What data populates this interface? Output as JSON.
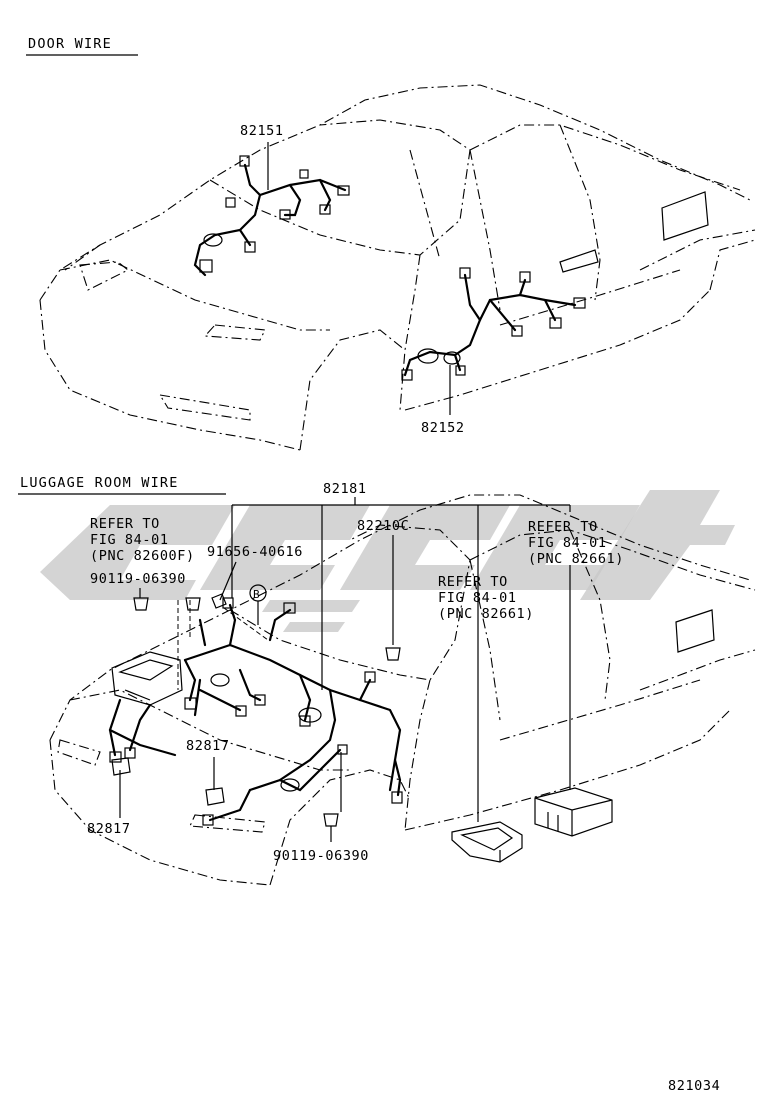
{
  "door_wire": {
    "title": "DOOR WIRE",
    "part_upper": "82151",
    "part_lower": "82152"
  },
  "luggage_wire": {
    "title": "LUGGAGE ROOM WIRE",
    "part_main": "82181",
    "part_clip_upper": "82210C",
    "refer_left": {
      "line1": "REFER TO",
      "line2": "FIG 84-01",
      "line3": "(PNC 82600F)"
    },
    "refer_right": {
      "line1": "REFER TO",
      "line2": "FIG 84-01",
      "line3": "(PNC 82661)"
    },
    "refer_mid": {
      "line1": "REFER TO",
      "line2": "FIG 84-01",
      "line3": "(PNC 82661)"
    },
    "bolt_part": "91656-40616",
    "clip_part_left": "90119-06390",
    "clip_part_right": "90119-06390",
    "callout_marker": "B",
    "part_817_center": "82817",
    "part_817_left": "82817"
  },
  "figure_number": "821034",
  "watermark_color": "#c8c8c8"
}
